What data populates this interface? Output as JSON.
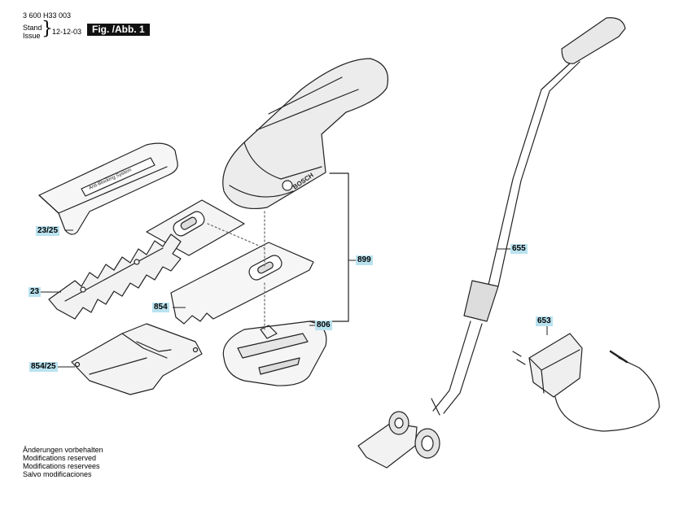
{
  "header": {
    "doc_number": "3 600 H33 003",
    "stand_label": "Stand",
    "issue_label": "Issue",
    "issue_date": "12-12-03",
    "figure_label": "Fig. /Abb. 1"
  },
  "callouts": {
    "c_23_25": "23/25",
    "c_23": "23",
    "c_854": "854",
    "c_854_25": "854/25",
    "c_806": "806",
    "c_899": "899",
    "c_655": "655",
    "c_653": "653"
  },
  "product": {
    "brand_text": "BOSCH",
    "cover_text": "Anti-Blocking System"
  },
  "footer": {
    "lines": [
      "Änderungen vorbehalten",
      "Modifications reserved",
      "Modifications reservees",
      "Salvo modificaciones"
    ]
  }
}
